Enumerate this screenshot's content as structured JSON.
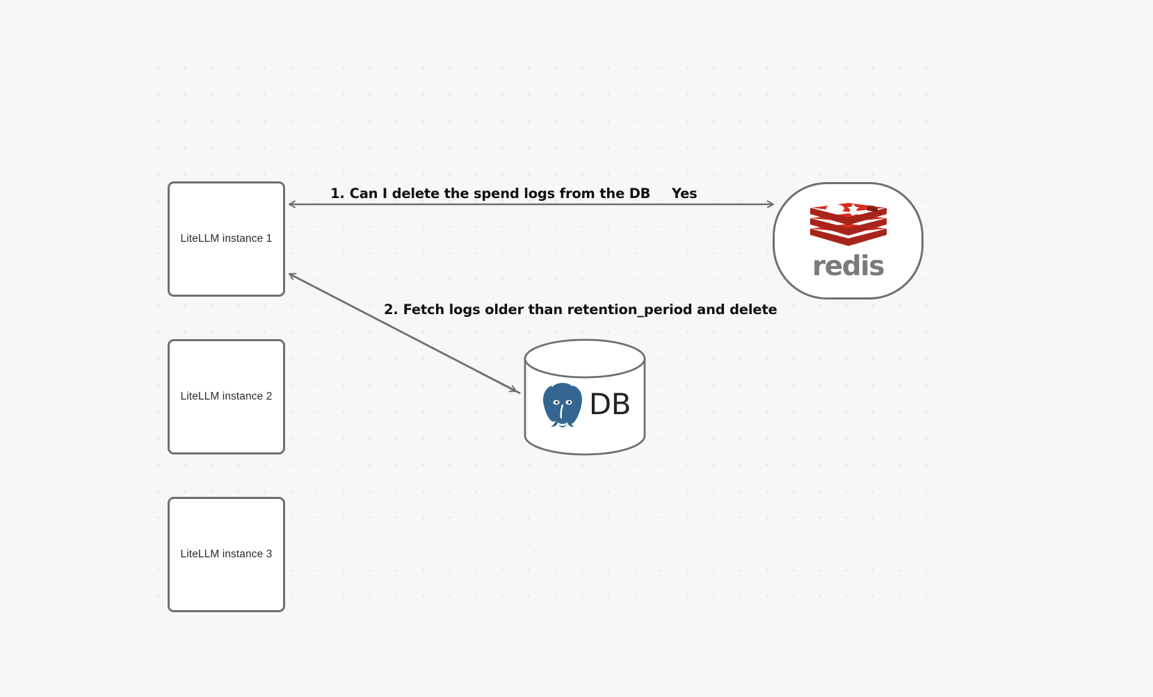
{
  "diagram": {
    "title": "LiteLLM spend log retention cleanup flow",
    "background_color": "#f7f7f7",
    "grid_dot_color": "#e9e9ea",
    "stroke_color": "#6f6f6f"
  },
  "nodes": {
    "litellm_instances": [
      {
        "id": "litellm-1",
        "label": "LiteLLM instance 1"
      },
      {
        "id": "litellm-2",
        "label": "LiteLLM instance 2"
      },
      {
        "id": "litellm-3",
        "label": "LiteLLM instance 3"
      }
    ],
    "redis": {
      "id": "redis",
      "wordmark": "redis",
      "logo_color": "#d82c20",
      "logo_color_dark": "#a7241a",
      "wordmark_color": "#7a7a7a"
    },
    "database": {
      "id": "postgres-db",
      "label": "DB",
      "logo_name": "postgresql-elephant-icon",
      "logo_color": "#336791"
    }
  },
  "edges": [
    {
      "id": "edge-1",
      "step_number": "1.",
      "label": "Can I delete the spend logs from the DB",
      "reply_label": "Yes",
      "from": "LiteLLM instance 1",
      "to": "redis",
      "direction": "bidirectional"
    },
    {
      "id": "edge-2",
      "step_number": "2.",
      "label": "Fetch logs older than retention_period and delete",
      "from": "postgres-db",
      "to": "LiteLLM instance 1",
      "direction": "to-source"
    }
  ]
}
